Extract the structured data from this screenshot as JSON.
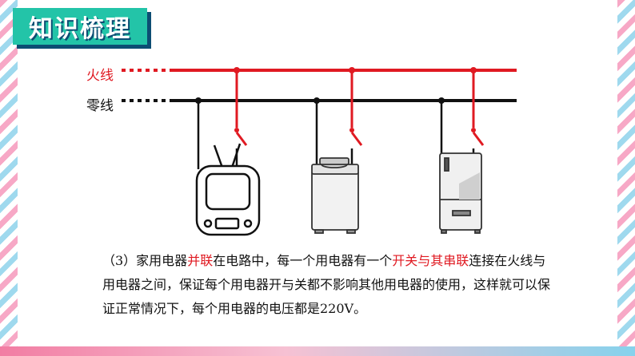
{
  "title": "知识梳理",
  "wires": {
    "live_label": "火线",
    "neutral_label": "零线",
    "live_color": "#e01a22",
    "neutral_color": "#111111"
  },
  "appliances": [
    {
      "name": "television",
      "icon": "tv-icon"
    },
    {
      "name": "washing-machine",
      "icon": "washing-machine-icon"
    },
    {
      "name": "refrigerator",
      "icon": "fridge-icon"
    }
  ],
  "caption": {
    "p1": "（3）家用电器",
    "h1": "并联",
    "p2": "在电路中，每一个用电器有一个",
    "h2": "开关与其串联",
    "p3": "连接在火线与用电器之间，保证每个用电器开与关都不影响其他用电器的使用，这样就可以保证正常情况下，每个用电器的电压都是220V。"
  },
  "colors": {
    "title_bg": "#23c4a8",
    "title_shadow": "#0c4d73",
    "highlight": "#e01a22"
  }
}
